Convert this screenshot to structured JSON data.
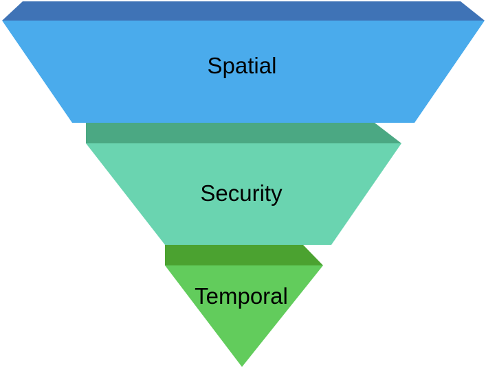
{
  "diagram": {
    "type": "inverted-funnel",
    "layers": [
      {
        "label": "Spatial",
        "face_color": "#4AABEC",
        "top_color": "#3F73B6"
      },
      {
        "label": "Security",
        "face_color": "#6AD4B0",
        "top_color": "#4BA883"
      },
      {
        "label": "Temporal",
        "face_color": "#62CC5C",
        "top_color": "#4BA230"
      }
    ]
  }
}
